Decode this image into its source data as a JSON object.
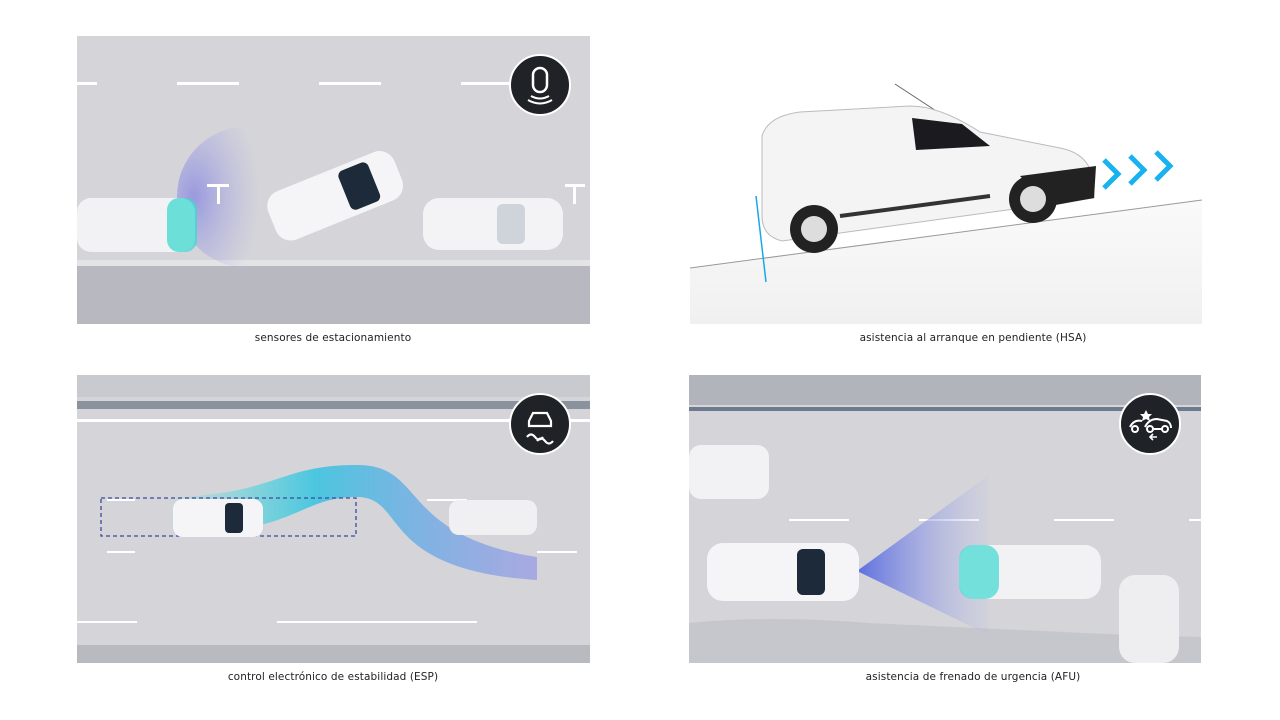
{
  "features": [
    {
      "caption": "sensores de estacionamiento",
      "icon": "parking-sensor-icon"
    },
    {
      "caption": "asistencia al arranque en pendiente (HSA)",
      "icon": "none"
    },
    {
      "caption": "control electrónico de estabilidad (ESP)",
      "icon": "skid-control-icon"
    },
    {
      "caption": "asistencia de frenado de urgencia (AFU)",
      "icon": "collision-brake-icon"
    }
  ],
  "colors": {
    "road": "#d4d4d8",
    "accent": "#19b4ea",
    "badge": "#1f2226"
  }
}
